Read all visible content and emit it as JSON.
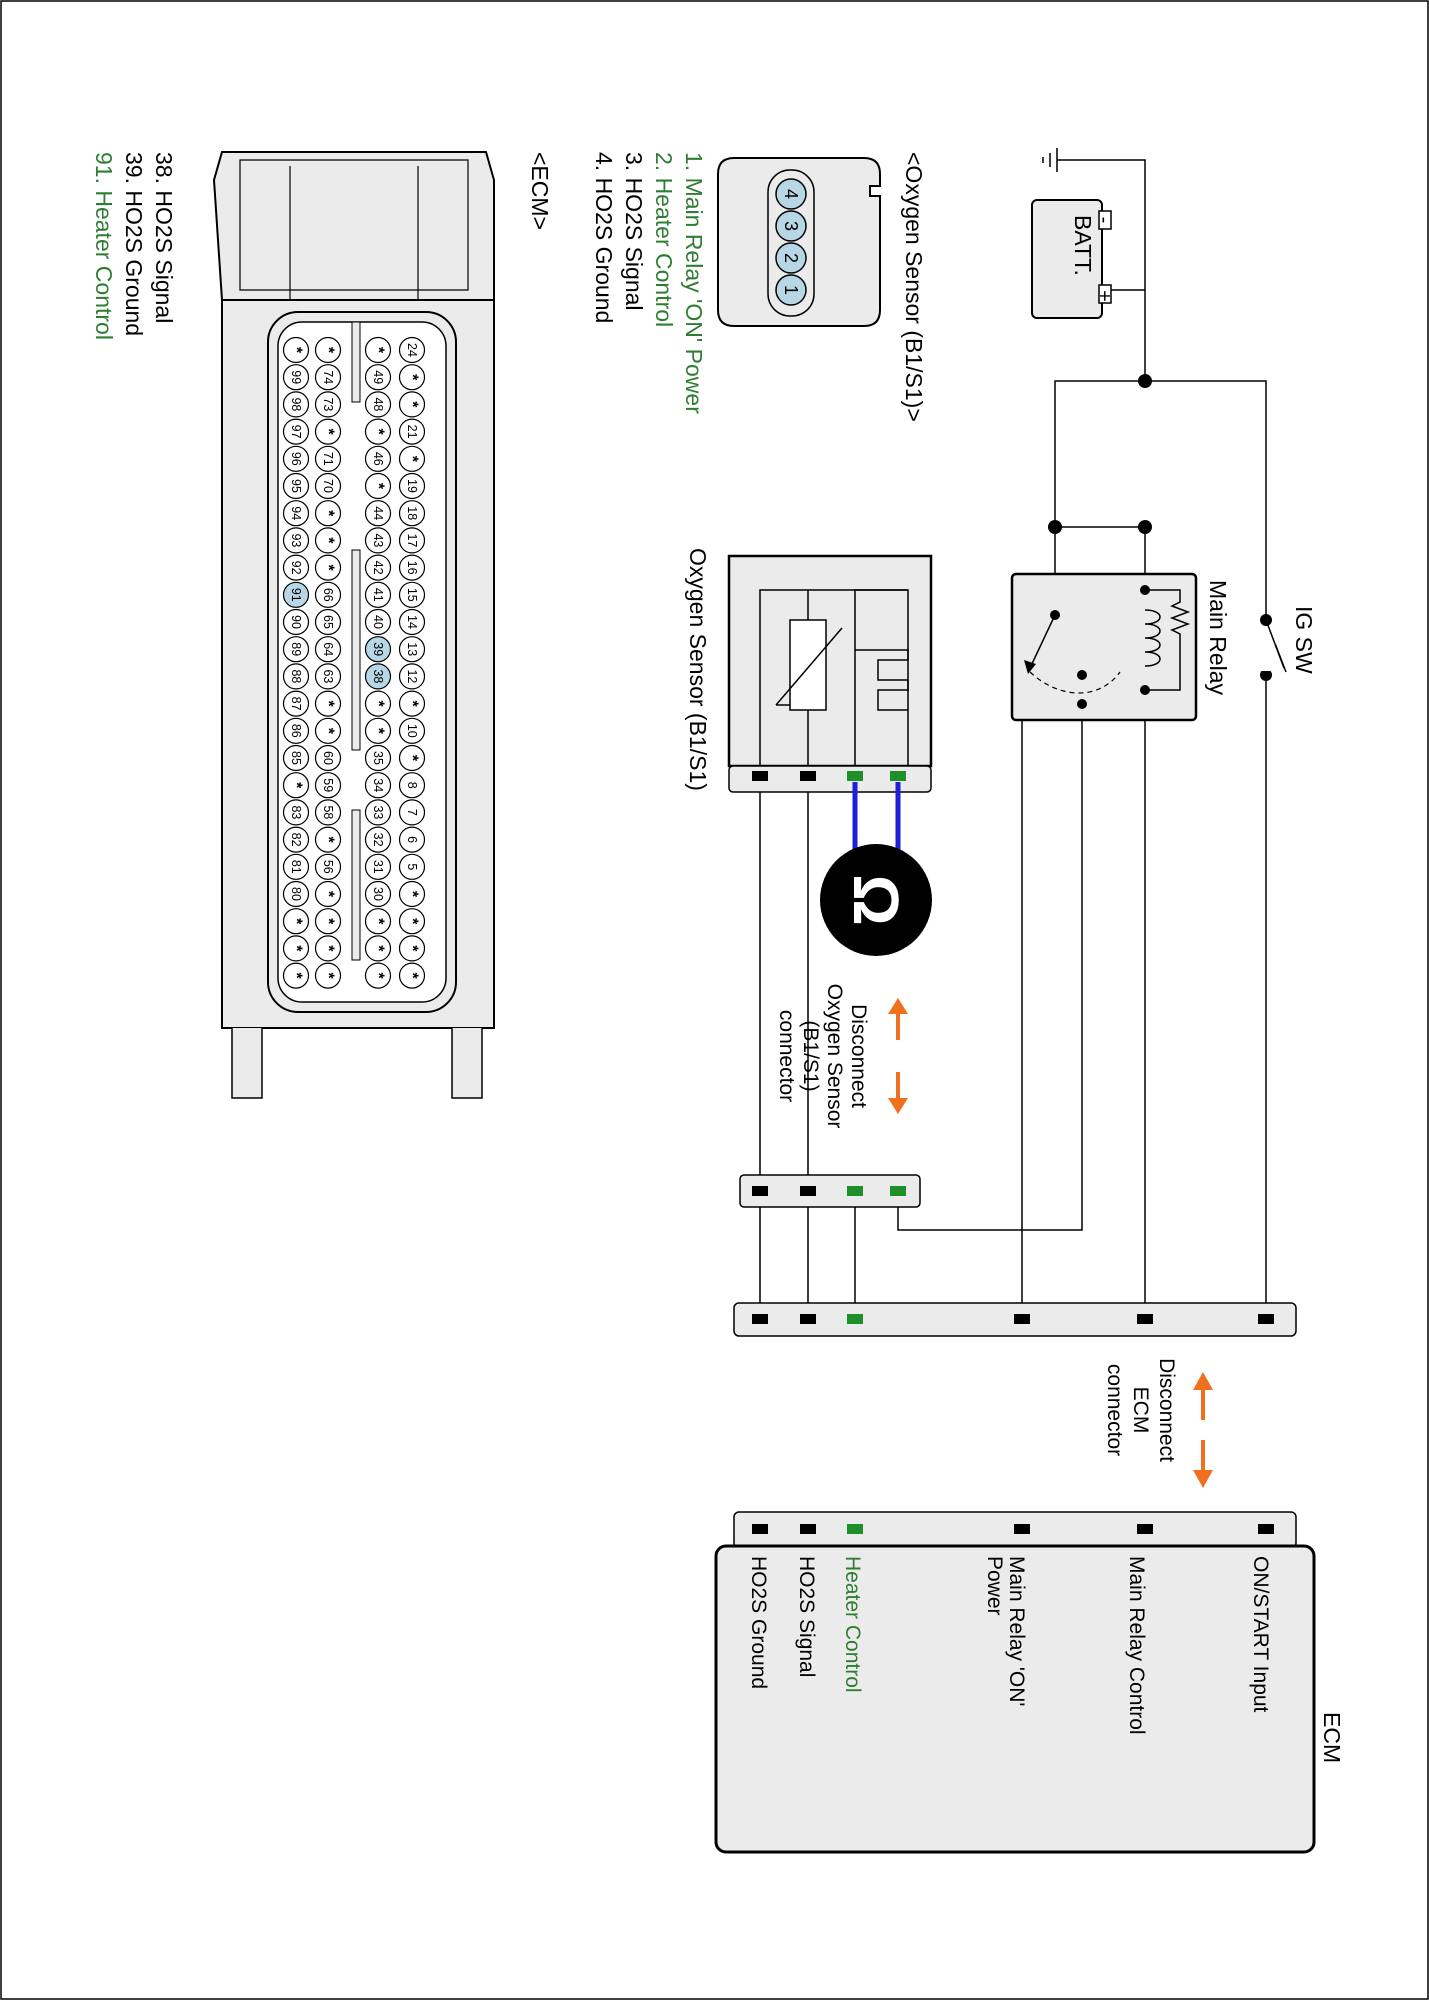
{
  "colors": {
    "green": "#2e7d32",
    "orange": "#f07020",
    "wire_blue": "#1f1fd6",
    "pin_fill": "#e6e6e6",
    "pin_highlight": "#b7d7e6",
    "connector_fill": "#e6e6e6",
    "black": "#000000"
  },
  "battery": {
    "label": "BATT.",
    "plus": "+",
    "minus": "-"
  },
  "ig_switch": {
    "label": "IG SW"
  },
  "main_relay": {
    "label": "Main Relay"
  },
  "oxygen_sensor_block": {
    "label": "Oxygen Sensor (B1/S1)"
  },
  "ohmmeter": {
    "icon": "ohm-meter-icon",
    "symbol": "Ω"
  },
  "disconnect_sensor": {
    "lines": [
      "Disconnect",
      "Oxygen Sensor",
      "(B1/S1)",
      "connector"
    ]
  },
  "disconnect_ecm": {
    "lines": [
      "Disconnect",
      "ECM",
      "connector"
    ]
  },
  "ecm_box": {
    "title": "ECM",
    "terminals": [
      "ON/START Input",
      "Main Relay Control",
      "Main Relay 'ON' Power",
      "Heater Control",
      "HO2S  Signal",
      "HO2S  Ground"
    ],
    "heater_label": "Heater Control",
    "mr_on_power_lines": [
      "Main Relay 'ON'",
      "Power"
    ]
  },
  "sensor_connector": {
    "title": "<Oxygen Sensor (B1/S1)>",
    "pins": [
      "4",
      "3",
      "2",
      "1"
    ],
    "legend": [
      {
        "text": "1. Main Relay 'ON' Power",
        "color": "green"
      },
      {
        "text": "2. Heater Control",
        "color": "green"
      },
      {
        "text": "3. HO2S  Signal",
        "color": "black"
      },
      {
        "text": "4. HO2S  Ground",
        "color": "black"
      }
    ]
  },
  "ecm_connector": {
    "title": "<ECM>",
    "row1": [
      "24",
      "*",
      "*",
      "21",
      "*",
      "19",
      "18",
      "17",
      "16",
      "15",
      "14",
      "13",
      "12",
      "*",
      "10",
      "*",
      "8",
      "7",
      "6",
      "5",
      "*",
      "*",
      "*",
      "*"
    ],
    "row2": [
      "*",
      "49",
      "48",
      "*",
      "46",
      "*",
      "44",
      "43",
      "42",
      "41",
      "40",
      "39",
      "38",
      "*",
      "*",
      "35",
      "34",
      "33",
      "32",
      "31",
      "30",
      "*",
      "*",
      "*"
    ],
    "row3": [
      "*",
      "74",
      "73",
      "*",
      "71",
      "70",
      "*",
      "*",
      "*",
      "66",
      "65",
      "64",
      "63",
      "*",
      "*",
      "60",
      "59",
      "58",
      "*",
      "56",
      "*",
      "*",
      "*",
      "*"
    ],
    "row4": [
      "*",
      "99",
      "98",
      "97",
      "96",
      "95",
      "94",
      "93",
      "92",
      "91",
      "90",
      "89",
      "88",
      "87",
      "86",
      "85",
      "*",
      "83",
      "82",
      "81",
      "80",
      "*",
      "*",
      "*"
    ],
    "highlight": [
      "38",
      "39",
      "91"
    ],
    "legend": [
      {
        "text": "38. HO2S  Signal",
        "color": "black"
      },
      {
        "text": "39. HO2S  Ground",
        "color": "black"
      },
      {
        "text": "91. Heater Control",
        "color": "green"
      }
    ]
  }
}
